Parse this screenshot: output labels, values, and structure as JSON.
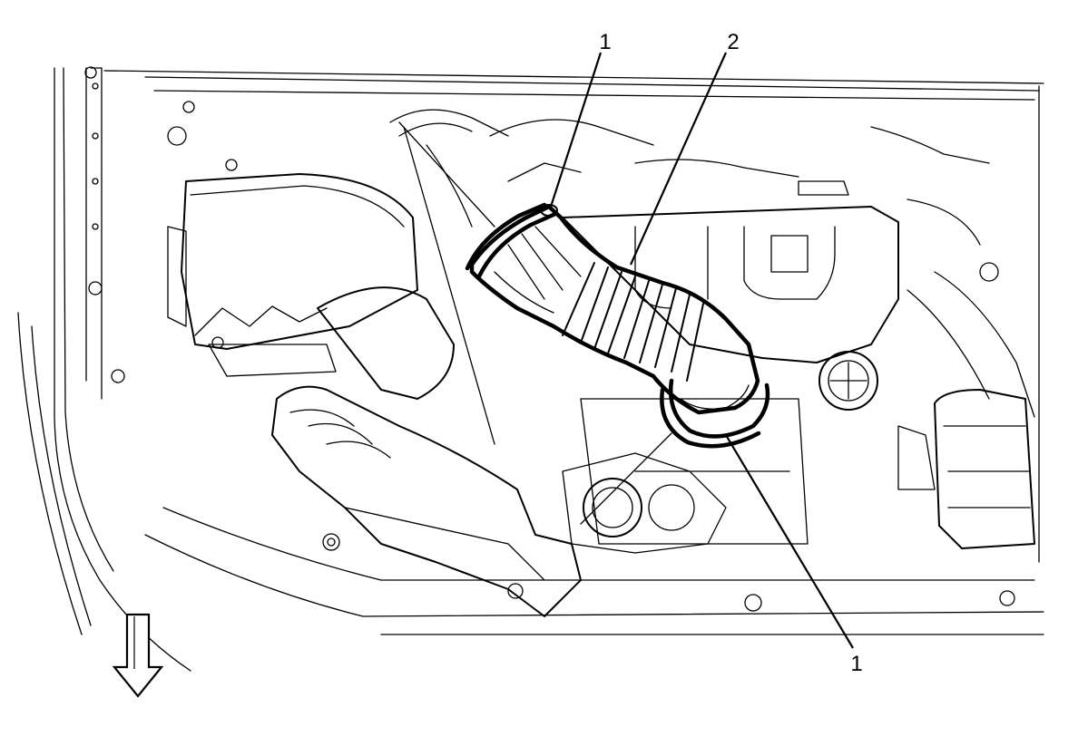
{
  "callouts": [
    {
      "id": "clamp-upper",
      "number": "1"
    },
    {
      "id": "duct",
      "number": "2"
    },
    {
      "id": "clamp-lower",
      "number": "1"
    }
  ],
  "icons": {
    "direction_arrow": "arrow-down-icon"
  }
}
